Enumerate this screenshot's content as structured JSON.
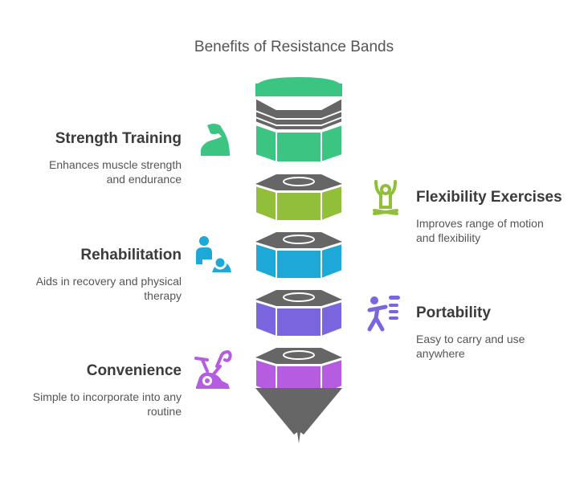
{
  "title": "Benefits of Resistance Bands",
  "colors": {
    "gray": "#666666",
    "strength": "#3cc483",
    "flexibility": "#91bf3a",
    "rehabilitation": "#1ea8d8",
    "portability": "#7b66e0",
    "convenience": "#b55ce0"
  },
  "items": [
    {
      "heading": "Strength Training",
      "desc_line1": "Enhances muscle strength",
      "desc_line2": "and endurance",
      "icon": "flexed-bicep-icon",
      "side": "left",
      "color": "#3cc483"
    },
    {
      "heading": "Flexibility Exercises",
      "desc_line1": "Improves range of motion",
      "desc_line2": "and flexibility",
      "icon": "yoga-pose-icon",
      "side": "right",
      "color": "#91bf3a"
    },
    {
      "heading": "Rehabilitation",
      "desc_line1": "Aids in recovery and physical",
      "desc_line2": "therapy",
      "icon": "therapist-patient-icon",
      "side": "left",
      "color": "#1ea8d8"
    },
    {
      "heading": "Portability",
      "desc_line1": "Easy to carry and use",
      "desc_line2": "anywhere",
      "icon": "running-person-icon",
      "side": "right",
      "color": "#7b66e0"
    },
    {
      "heading": "Convenience",
      "desc_line1": "Simple to incorporate into any",
      "desc_line2": "routine",
      "icon": "exercise-bike-icon",
      "side": "left",
      "color": "#b55ce0"
    }
  ]
}
